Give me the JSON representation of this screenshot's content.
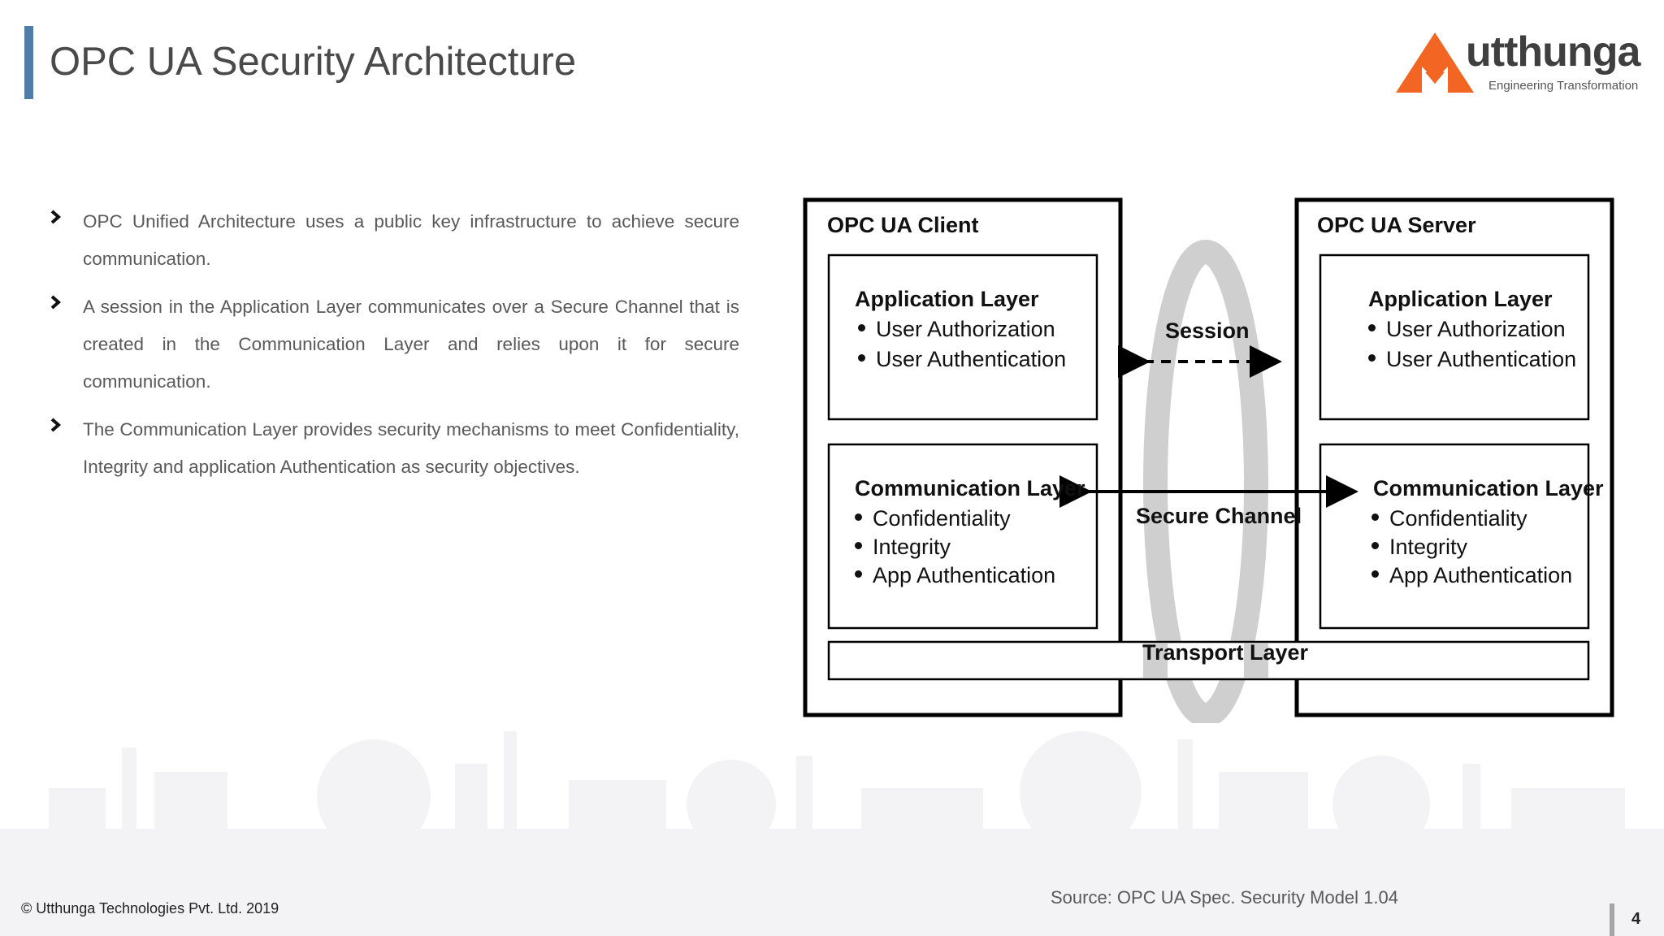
{
  "slide": {
    "title": "OPC UA Security Architecture",
    "page_number": "4",
    "copyright": "© Utthunga Technologies Pvt. Ltd. 2019",
    "source": "Source: OPC UA Spec. Security Model 1.04"
  },
  "logo": {
    "wordmark": "utthunga",
    "tagline": "Engineering Transformation",
    "icon": "utthunga-triangle-logo-icon",
    "color": "#f26522"
  },
  "bullets": [
    {
      "text": "OPC Unified Architecture uses a public key infrastructure to achieve secure communication."
    },
    {
      "text": "A session in the Application Layer communicates over a Secure Channel that is created in the Communication Layer and relies upon it for secure communication."
    },
    {
      "text": "The Communication Layer provides security mechanisms to meet Confidentiality, Integrity and application Authentication as security objectives."
    }
  ],
  "diagram": {
    "client": {
      "title": "OPC UA Client",
      "app_layer": {
        "title": "Application Layer",
        "items": [
          "User Authorization",
          "User Authentication"
        ]
      },
      "comm_layer": {
        "title": "Communication Layer",
        "items": [
          "Confidentiality",
          "Integrity",
          "App Authentication"
        ]
      }
    },
    "server": {
      "title": "OPC UA Server",
      "app_layer": {
        "title": "Application Layer",
        "items": [
          "User Authorization",
          "User Authentication"
        ]
      },
      "comm_layer": {
        "title": "Communication Layer",
        "items": [
          "Confidentiality",
          "Integrity",
          "App Authentication"
        ]
      }
    },
    "session_label": "Session",
    "secure_channel_label": "Secure Channel",
    "transport_label": "Transport Layer"
  },
  "colors": {
    "accent_bar": "#4f7ca8",
    "text": "#595959",
    "ring": "#cfcfcf"
  }
}
